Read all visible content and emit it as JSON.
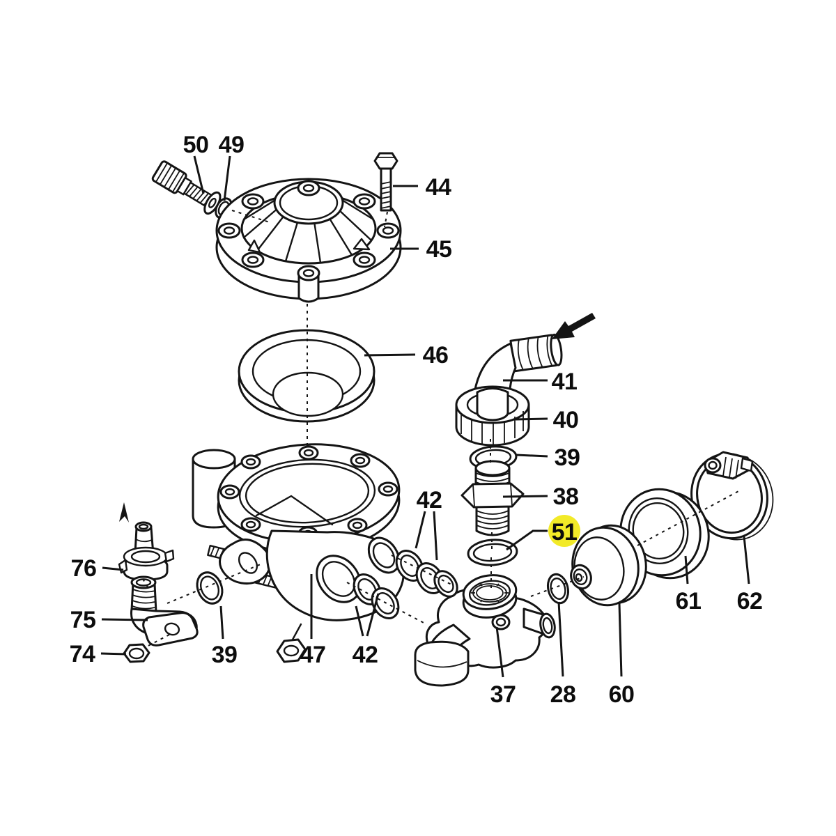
{
  "diagram": {
    "type": "exploded-parts-diagram",
    "background_color": "#ffffff",
    "line_color": "#141414",
    "highlight_color": "#f2ea28",
    "highlighted_part": "51",
    "callouts": [
      {
        "label": "50",
        "part": "vent-screw"
      },
      {
        "label": "49",
        "part": "small-o-ring"
      },
      {
        "label": "44",
        "part": "hex-bolt"
      },
      {
        "label": "45",
        "part": "domed-pump-cover"
      },
      {
        "label": "46",
        "part": "diaphragm"
      },
      {
        "label": "41",
        "part": "elbow-hose-barb"
      },
      {
        "label": "40",
        "part": "ring-nut"
      },
      {
        "label": "39",
        "part": "o-ring-right"
      },
      {
        "label": "38",
        "part": "threaded-nipple"
      },
      {
        "label": "51",
        "part": "o-ring-seal",
        "highlighted": true
      },
      {
        "label": "42",
        "part": "o-ring-pair-upper"
      },
      {
        "label": "76",
        "part": "hose-barb-valve"
      },
      {
        "label": "75",
        "part": "elbow-fitting"
      },
      {
        "label": "74",
        "part": "hex-nut"
      },
      {
        "label": "39",
        "part": "o-ring-left"
      },
      {
        "label": "47",
        "part": "manifold-body"
      },
      {
        "label": "42",
        "part": "o-ring-pair-lower"
      },
      {
        "label": "37",
        "part": "outlet-fitting"
      },
      {
        "label": "28",
        "part": "small-o-ring-right"
      },
      {
        "label": "60",
        "part": "cap"
      },
      {
        "label": "61",
        "part": "sleeve-collar"
      },
      {
        "label": "62",
        "part": "hose-clamp"
      }
    ],
    "icons": [
      {
        "name": "pointer-arrow-large"
      },
      {
        "name": "pointer-arrow-small"
      }
    ]
  }
}
